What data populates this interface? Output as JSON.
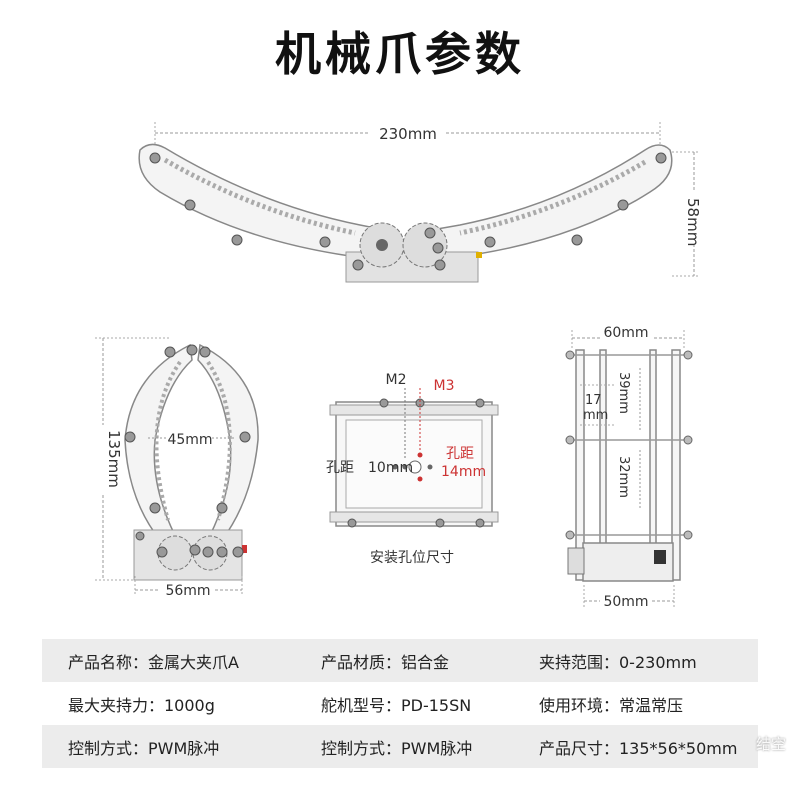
{
  "title": "机械爪参数",
  "diagram": {
    "top_width": "230mm",
    "top_height": "58mm",
    "left_height": "135mm",
    "left_inner": "45mm",
    "left_base": "56mm",
    "mid_m2": "M2",
    "mid_m3": "M3",
    "mid_hole_label": "孔距",
    "mid_hole_10": "10mm",
    "mid_hole_label2": "孔距",
    "mid_hole_14": "14mm",
    "mid_caption": "安装孔位尺寸",
    "right_width_top": "60mm",
    "right_17": "17",
    "right_17_unit": "mm",
    "right_39": "39mm",
    "right_32": "32mm",
    "right_width_bottom": "50mm"
  },
  "specs": [
    [
      "产品名称：金属大夹爪A",
      "产品材质：铝合金",
      "夹持范围：0-230mm"
    ],
    [
      "最大夹持力：1000g",
      "舵机型号：PD-15SN",
      "使用环境：常温常压"
    ],
    [
      "控制方式：PWM脉冲",
      "控制方式：PWM脉冲",
      "产品尺寸：135*56*50mm"
    ]
  ],
  "watermark": "结空"
}
